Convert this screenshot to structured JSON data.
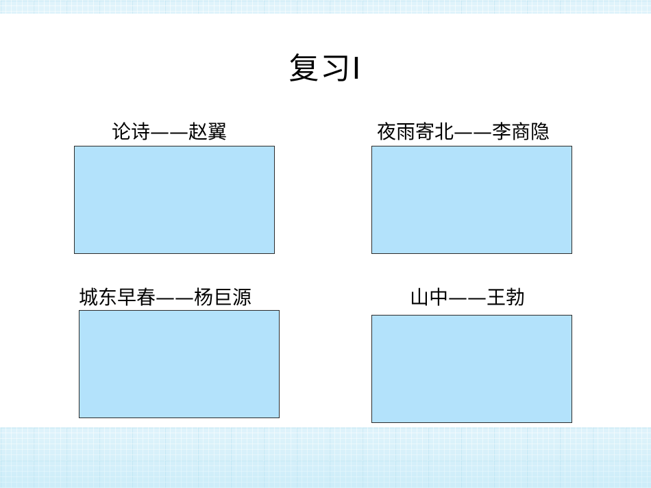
{
  "slide": {
    "title": "复习Ⅰ",
    "poems": [
      {
        "label": "论诗——赵翼"
      },
      {
        "label": "夜雨寄北——李商隐"
      },
      {
        "label": "城东早春——杨巨源"
      },
      {
        "label": "山中——王勃"
      }
    ]
  }
}
